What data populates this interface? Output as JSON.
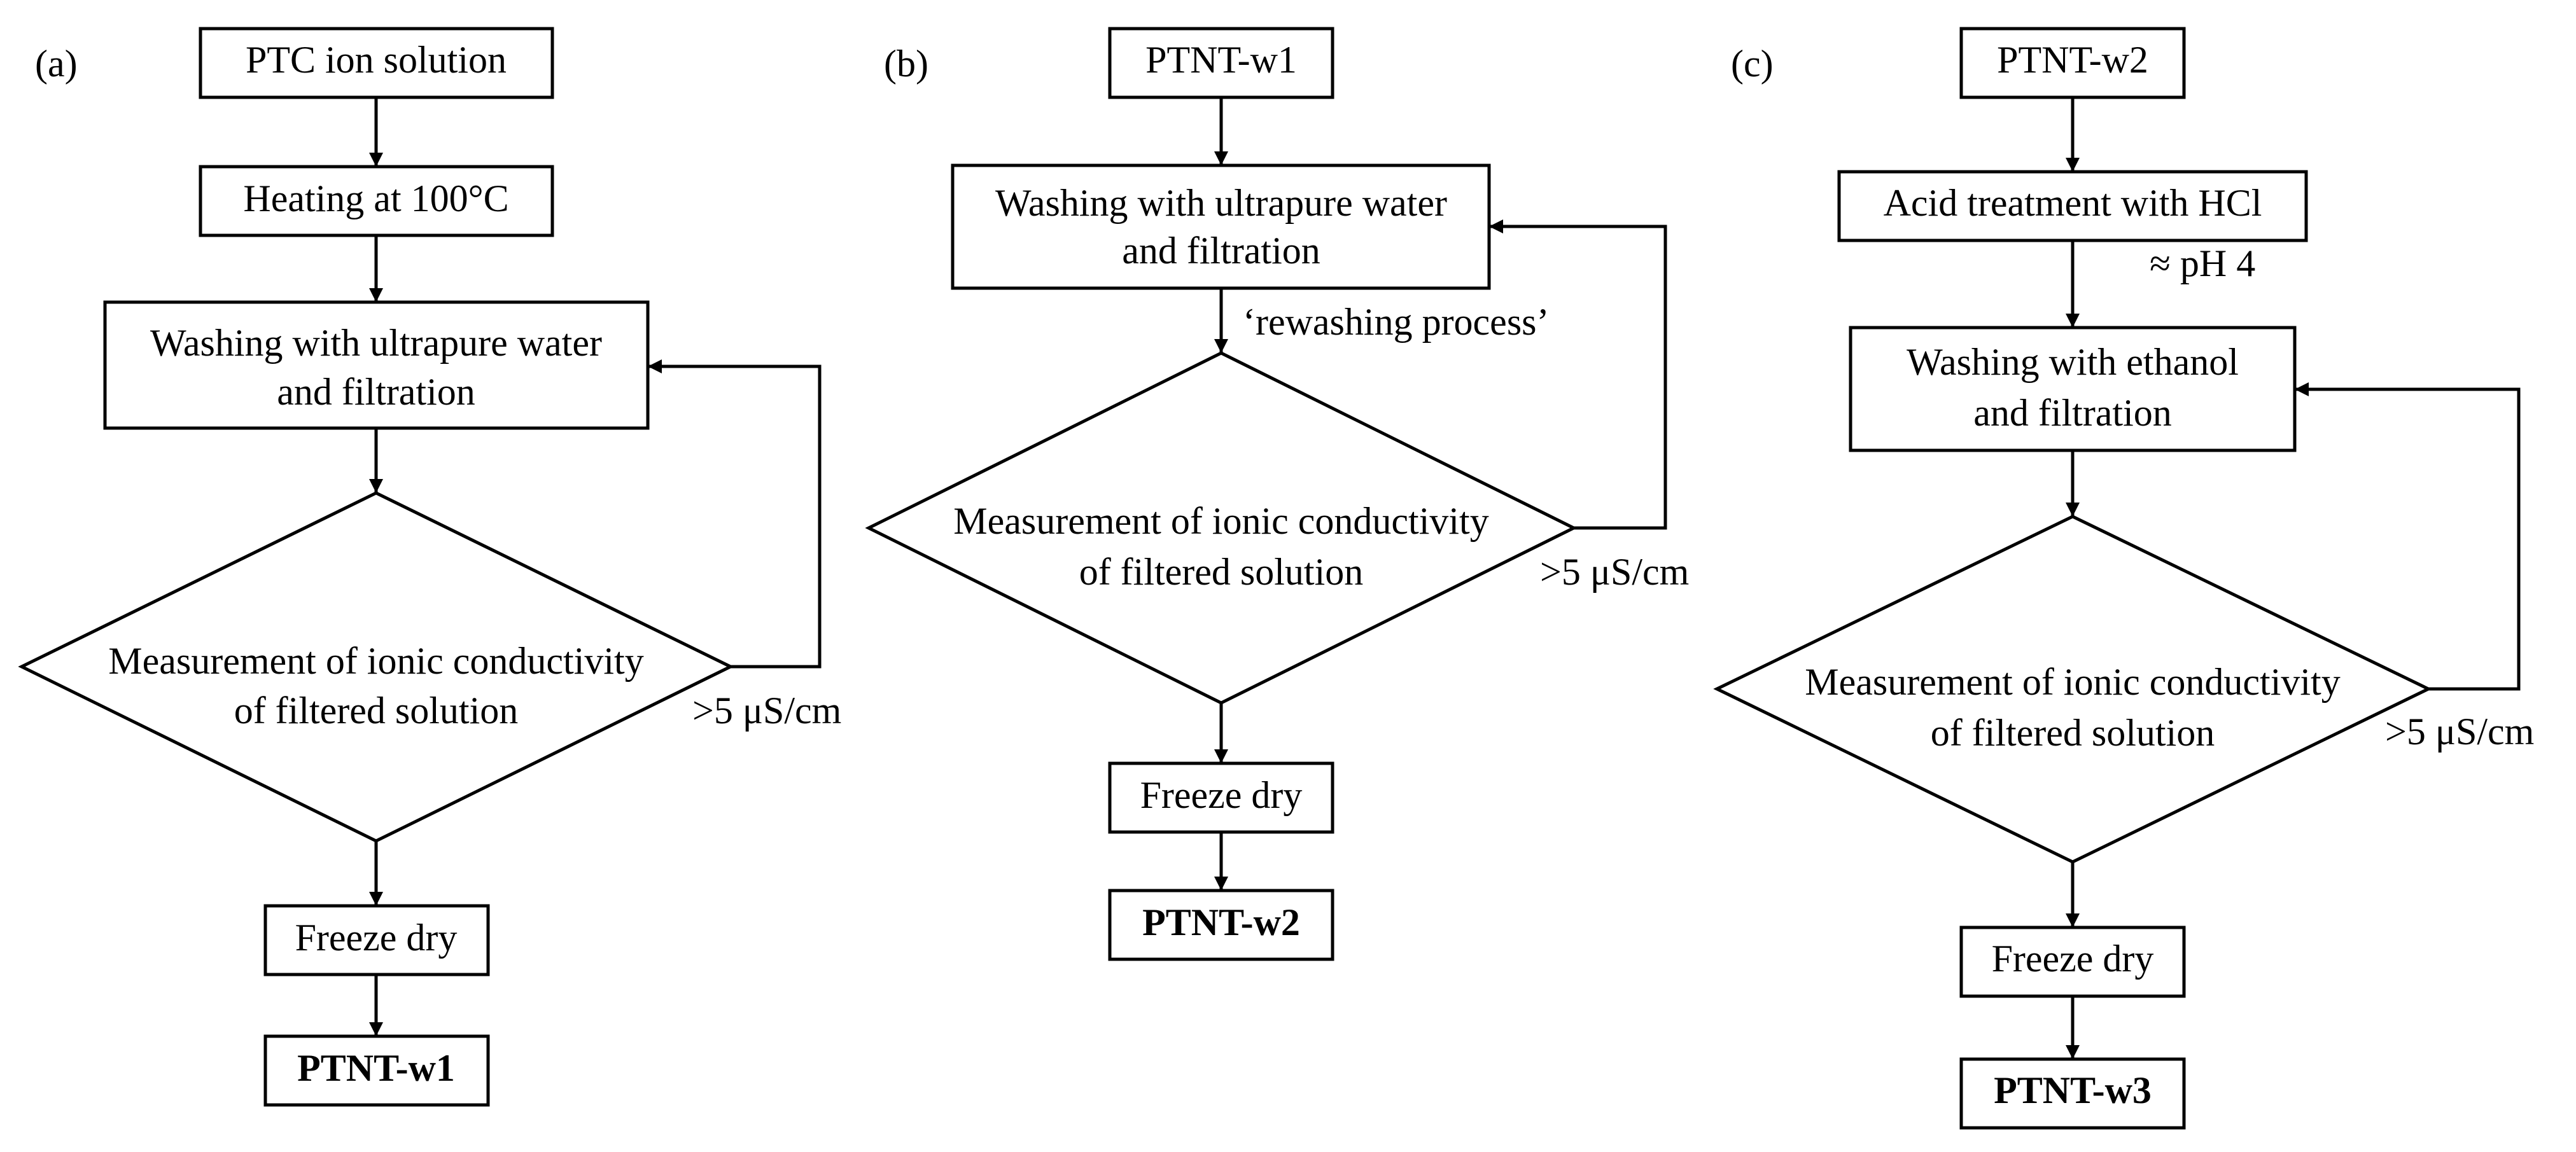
{
  "panels": [
    {
      "label": "(a)",
      "start": "PTC ion solution",
      "heating": "Heating at 100°C",
      "wash_line1": "Washing with ultrapure water",
      "wash_line2": "and filtration",
      "measure_line1": "Measurement of ionic conductivity",
      "measure_line2": "of filtered solution",
      "loop_label": ">5 μS/cm",
      "dry": "Freeze dry",
      "product": "PTNT-w1"
    },
    {
      "label": "(b)",
      "start": "PTNT-w1",
      "wash_line1": "Washing with ultrapure water",
      "wash_line2": "and filtration",
      "rewash_label": "‘rewashing process’",
      "measure_line1": "Measurement of ionic conductivity",
      "measure_line2": "of filtered solution",
      "loop_label": ">5 μS/cm",
      "dry": "Freeze dry",
      "product": "PTNT-w2"
    },
    {
      "label": "(c)",
      "start": "PTNT-w2",
      "acid": "Acid treatment with HCl",
      "ph_label": "≈ pH 4",
      "wash_line1": "Washing with ethanol",
      "wash_line2": "and filtration",
      "measure_line1": "Measurement of ionic conductivity",
      "measure_line2": "of filtered solution",
      "loop_label": ">5 μS/cm",
      "dry": "Freeze dry",
      "product": "PTNT-w3"
    }
  ]
}
